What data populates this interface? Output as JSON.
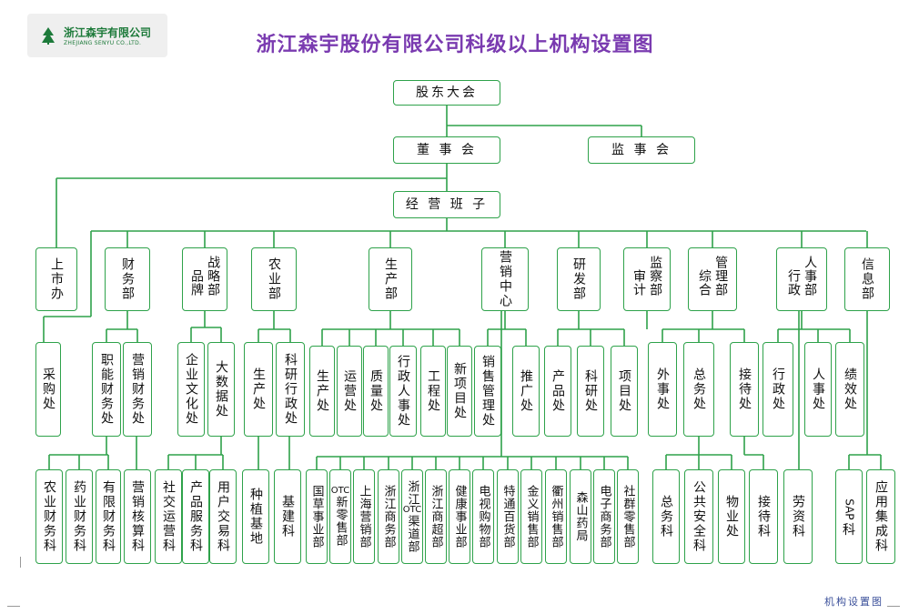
{
  "logo": {
    "name_cn": "浙江森宇有限公司",
    "name_en": "ZHEJIANG SENYU CO.,LTD."
  },
  "title": "浙江森宇股份有限公司科级以上机构设置图",
  "footer": "机构设置图",
  "colors": {
    "line": "#2ea24a",
    "title": "#7a3bb0",
    "footer": "#3a4f9a"
  },
  "org": {
    "shareholders": "股东大会",
    "board": "董 事 会",
    "supervisors": "监 事 会",
    "management": "经 营 班 子",
    "departments": [
      {
        "id": "d_ss",
        "label": "上市办",
        "children": []
      },
      {
        "id": "d_cw",
        "label": "财务部",
        "children": [
          {
            "id": "o_zn",
            "label": "职能财务处",
            "children": []
          },
          {
            "id": "o_yx",
            "label": "营销财务处",
            "children": []
          }
        ]
      },
      {
        "id": "d_zl",
        "label": "战略品牌部",
        "lines": [
          "战略部",
          "品牌"
        ],
        "children": [
          {
            "id": "o_qy",
            "label": "企业文化处",
            "children": []
          },
          {
            "id": "o_dsj",
            "label": "大数据处",
            "children": []
          }
        ]
      },
      {
        "id": "d_ny",
        "label": "农业部",
        "children": [
          {
            "id": "o_sc1",
            "label": "生产处",
            "children": []
          },
          {
            "id": "o_ky",
            "label": "科研行政处",
            "children": []
          }
        ]
      },
      {
        "id": "d_sc",
        "label": "生产部",
        "children": [
          {
            "id": "o_sc2",
            "label": "生产处"
          },
          {
            "id": "o_yy",
            "label": "运营处"
          },
          {
            "id": "o_zlc",
            "label": "质量处"
          },
          {
            "id": "o_xzrs",
            "label": "行政人事处"
          },
          {
            "id": "o_gc",
            "label": "工程处"
          },
          {
            "id": "o_xxm",
            "label": "新项目处"
          }
        ]
      },
      {
        "id": "d_yxzx",
        "label": "营销中心",
        "children": [
          {
            "id": "o_xsgl",
            "label": "销售管理处"
          },
          {
            "id": "o_tg",
            "label": "推广处"
          }
        ]
      },
      {
        "id": "d_yf",
        "label": "研发部",
        "children": [
          {
            "id": "o_cp",
            "label": "产品处"
          },
          {
            "id": "o_kyc",
            "label": "科研处"
          },
          {
            "id": "o_xm",
            "label": "项目处"
          }
        ]
      },
      {
        "id": "d_js",
        "label": "监察审计部",
        "lines": [
          "监察部",
          "审计"
        ],
        "children": []
      },
      {
        "id": "d_zh",
        "label": "综合管理部",
        "lines": [
          "管理部",
          "综合"
        ],
        "children": [
          {
            "id": "o_ws",
            "label": "外事处"
          },
          {
            "id": "o_zw",
            "label": "总务处"
          },
          {
            "id": "o_jd",
            "label": "接待处"
          }
        ]
      },
      {
        "id": "d_rx",
        "label": "人事行政部",
        "lines": [
          "人事部",
          "行政"
        ],
        "children": [
          {
            "id": "o_xz",
            "label": "行政处"
          },
          {
            "id": "o_rs",
            "label": "人事处"
          },
          {
            "id": "o_jx",
            "label": "绩效处"
          }
        ]
      },
      {
        "id": "d_xx",
        "label": "信息部",
        "children": []
      }
    ],
    "sections": [
      {
        "id": "s_nyc",
        "label": "农业财务科"
      },
      {
        "id": "s_yyc",
        "label": "药业财务科"
      },
      {
        "id": "s_yxgs",
        "label": "有限财务科"
      },
      {
        "id": "s_yxhs",
        "label": "营销核算科"
      },
      {
        "id": "s_sj",
        "label": "社交运营科"
      },
      {
        "id": "s_cpfw",
        "label": "产品服务科"
      },
      {
        "id": "s_yhjy",
        "label": "用户交易科"
      },
      {
        "id": "s_zzjd",
        "label": "种植基地"
      },
      {
        "id": "s_jj",
        "label": "基建科"
      },
      {
        "id": "s_gc",
        "label": "国草事业部"
      },
      {
        "id": "s_otc",
        "label": "OTC新零售部"
      },
      {
        "id": "s_sh",
        "label": "上海营销部"
      },
      {
        "id": "s_zjsw",
        "label": "浙江商务部"
      },
      {
        "id": "s_zjotc",
        "label": "浙江OTC渠道部"
      },
      {
        "id": "s_zjsc",
        "label": "浙江商超部"
      },
      {
        "id": "s_jk",
        "label": "健康事业部"
      },
      {
        "id": "s_ds",
        "label": "电视购物部"
      },
      {
        "id": "s_tt",
        "label": "特通百货部"
      },
      {
        "id": "s_jy",
        "label": "金义销售部"
      },
      {
        "id": "s_qz",
        "label": "衢州销售部"
      },
      {
        "id": "s_ssyj",
        "label": "森山药局"
      },
      {
        "id": "s_dzsw",
        "label": "电子商务部"
      },
      {
        "id": "s_sq",
        "label": "社群零售部"
      },
      {
        "id": "s_zw",
        "label": "总务科"
      },
      {
        "id": "s_ggaq",
        "label": "公共安全科"
      },
      {
        "id": "s_wy",
        "label": "物业处"
      },
      {
        "id": "s_jdk",
        "label": "接待科"
      },
      {
        "id": "s_lz",
        "label": "劳资科"
      },
      {
        "id": "s_sap",
        "label": "SAP 科"
      },
      {
        "id": "s_yyjc",
        "label": "应用集成科"
      }
    ]
  }
}
